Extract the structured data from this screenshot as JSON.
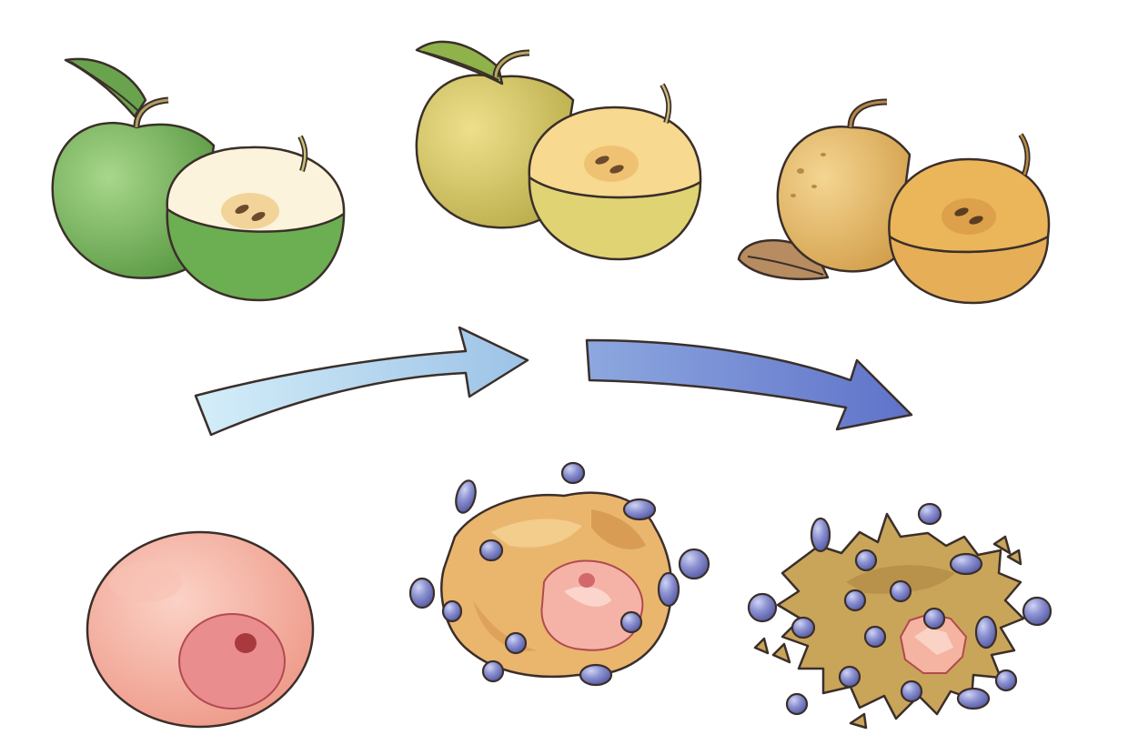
{
  "panels": {
    "apples": [
      {
        "stage": "fresh",
        "skin_color": "#72b45a",
        "flesh_color": "#fbf3dc"
      },
      {
        "stage": "aging",
        "skin_color": "#d7c866",
        "flesh_color": "#f7d98f"
      },
      {
        "stage": "oxidized",
        "skin_color": "#e0b25f",
        "flesh_color": "#ebb55a"
      }
    ],
    "cells": [
      {
        "stage": "healthy",
        "body_color": "#f2a596",
        "nucleus_color": "#e98d8f"
      },
      {
        "stage": "under-attack",
        "body_color": "#eab66e",
        "nucleus_color": "#f5b3a8"
      },
      {
        "stage": "damaged",
        "body_color": "#c9a55a",
        "nucleus_color": "#f4b4a1"
      }
    ]
  },
  "arrows": {
    "first_color_start": "#d4eef9",
    "first_color_end": "#9cc2e6",
    "second_color_start": "#8da8df",
    "second_color_end": "#5f72c9"
  },
  "particle_color": "#7f86c8",
  "outline_color": "#3b2f2a"
}
